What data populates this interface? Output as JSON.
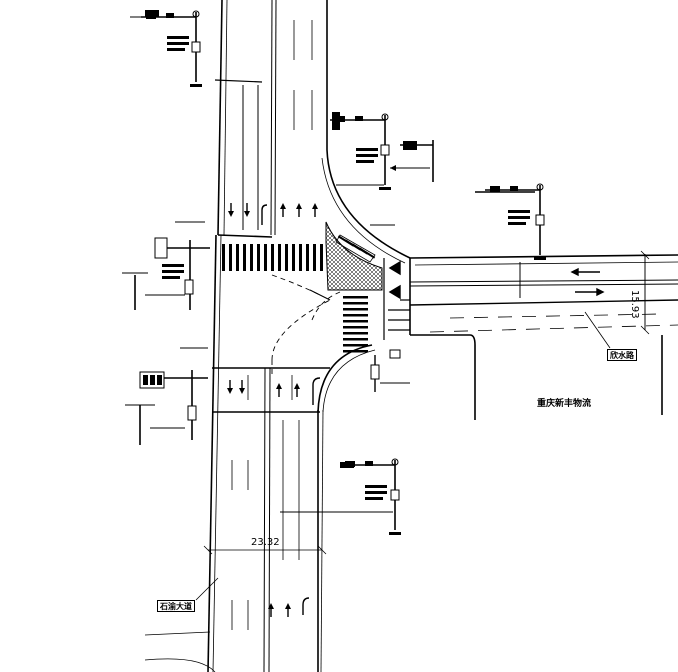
{
  "labels": {
    "road_west": "石渝大道",
    "road_east": "欣水路",
    "company": "重庆新丰物流",
    "dim_south": "23.32",
    "dim_east": "15.93"
  }
}
